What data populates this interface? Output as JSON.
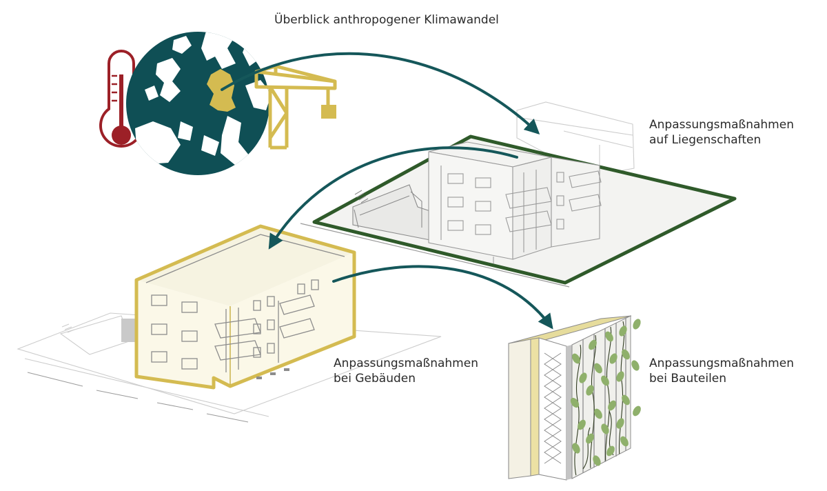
{
  "labels": {
    "overview": "Überblick anthropogener Klimawandel",
    "property": {
      "line1": "Anpassungsmaßnahmen",
      "line2": "auf Liegenschaften"
    },
    "building": {
      "line1": "Anpassungsmaßnahmen",
      "line2": "bei Gebäuden"
    },
    "component": {
      "line1": "Anpassungsmaßnahmen",
      "line2": "bei Bauteilen"
    }
  },
  "colors": {
    "arrow": "#15575a",
    "globe_ocean": "#0f4f55",
    "globe_land": "#ffffff",
    "germany": "#d4bb51",
    "crane": "#d4bb51",
    "thermometer": "#9c2027",
    "property_outline": "#2f5a2a",
    "building_outline": "#d4bb51",
    "building_fill": "#fbf8e8",
    "insulation": "#ece1a4",
    "greenery": "#7f9e5b",
    "line_gray": "#8c8c8c"
  },
  "icons": [
    "thermometer-icon",
    "globe-icon",
    "crane-icon"
  ]
}
